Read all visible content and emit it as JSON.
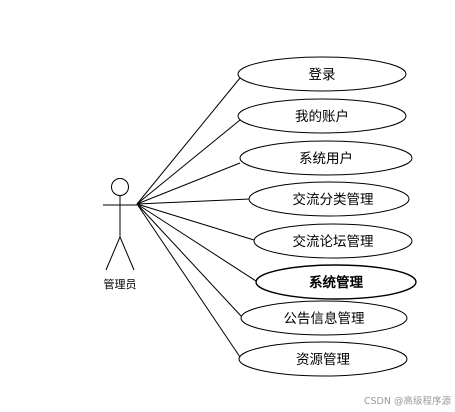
{
  "diagram": {
    "actor": {
      "label": "管理员"
    },
    "use_cases": [
      {
        "label": "登录",
        "bold": false
      },
      {
        "label": "我的账户",
        "bold": false
      },
      {
        "label": "系统用户",
        "bold": false
      },
      {
        "label": "交流分类管理",
        "bold": false
      },
      {
        "label": "交流论坛管理",
        "bold": false
      },
      {
        "label": "系统管理",
        "bold": true
      },
      {
        "label": "公告信息管理",
        "bold": false
      },
      {
        "label": "资源管理",
        "bold": false
      }
    ]
  },
  "watermark": "CSDN @高级程序源"
}
